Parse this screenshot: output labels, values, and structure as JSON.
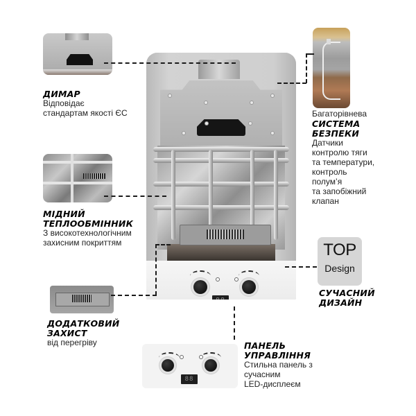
{
  "features": {
    "flue": {
      "title": "ДИМАР",
      "desc": [
        "Відповідає",
        "стандартам якості ЄС"
      ]
    },
    "safety": {
      "intro": "Багаторівнева",
      "title": [
        "СИСТЕМА",
        "БЕЗПЕКИ"
      ],
      "desc": [
        "Датчики",
        "контролю тяги",
        "та температури,",
        "контроль",
        "полум’я",
        "та запобіжний",
        "клапан"
      ]
    },
    "exchanger": {
      "title": [
        "МІДНИЙ",
        "ТЕПЛООБМІННИК"
      ],
      "desc": [
        "З високотехнологічним",
        "захисним покриттям"
      ]
    },
    "design": {
      "badge_line1": "TOP",
      "badge_line2": "Design",
      "title": [
        "СУЧАСНИЙ",
        "ДИЗАЙН"
      ]
    },
    "overheat": {
      "title": [
        "ДОДАТКОВИЙ",
        "ЗАХИСТ"
      ],
      "desc": [
        "від перегріву"
      ]
    },
    "control_panel": {
      "title": [
        "ПАНЕЛЬ",
        "УПРАВЛІННЯ"
      ],
      "desc": [
        "Стильна панель з",
        "сучасним",
        "LED-дисплеєм"
      ],
      "led_display": "88"
    }
  },
  "heater": {
    "led_display": "88"
  },
  "colors": {
    "text": "#000000",
    "badge_bg": "#d6d6d6",
    "dash": "#1a1a1a",
    "panel": "#f3f3f3"
  }
}
